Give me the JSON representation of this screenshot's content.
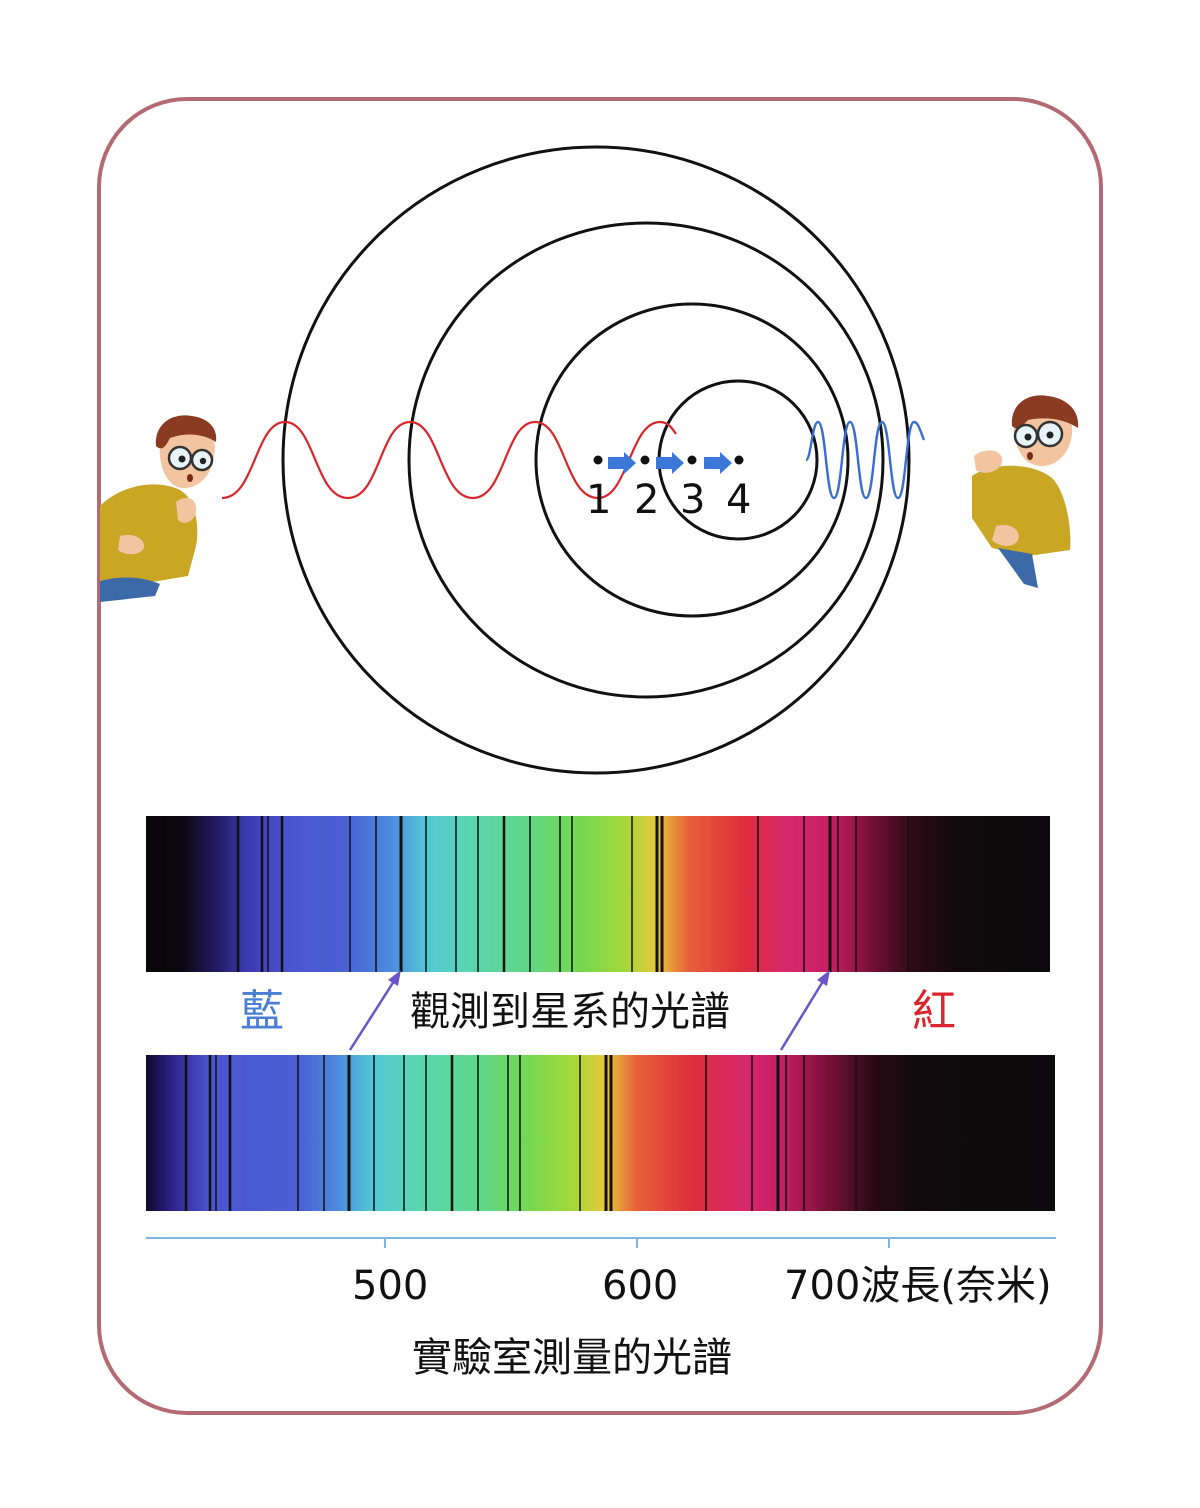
{
  "labels": {
    "blue": "藍",
    "red": "紅",
    "observed_spectrum": "觀測到星系的光譜",
    "lab_spectrum": "實驗室測量的光譜"
  },
  "axis": {
    "ticks": [
      "500",
      "600",
      "700"
    ],
    "unit": "波長(奈米)"
  },
  "source_positions": [
    "1",
    "2",
    "3",
    "4"
  ],
  "colors": {
    "blue_label": "#4a7fd4",
    "red_label": "#d9262c",
    "red_wave": "#d9262c",
    "blue_wave": "#3a6fd0",
    "arrows": "#3b78d8",
    "frame": "#b36a72",
    "axis_line": "#7fb6e0",
    "pointer": "#6a55c8"
  }
}
